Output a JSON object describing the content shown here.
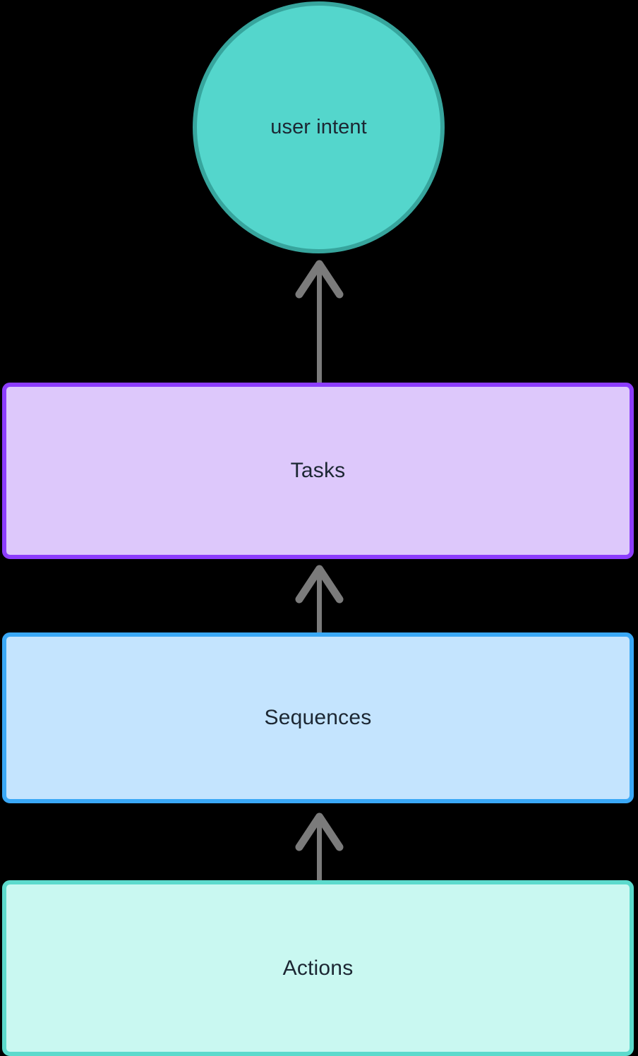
{
  "diagram": {
    "background_color": "#000000",
    "title": "",
    "nodes": [
      {
        "id": "user-intent",
        "label": "user intent",
        "shape": "circle",
        "fill": "#54d6cc",
        "stroke": "#37a59d",
        "text_color": "#1c2733"
      },
      {
        "id": "tasks",
        "label": "Tasks",
        "shape": "rounded-rectangle",
        "fill": "#ddc8fb",
        "stroke": "#8c3dfc",
        "text_color": "#1c2733"
      },
      {
        "id": "sequences",
        "label": "Sequences",
        "shape": "rounded-rectangle",
        "fill": "#c4e4fe",
        "stroke": "#3aa8f6",
        "text_color": "#1c2733"
      },
      {
        "id": "actions",
        "label": "Actions",
        "shape": "rounded-rectangle",
        "fill": "#c9f8f1",
        "stroke": "#5cdacc",
        "text_color": "#1c2733"
      }
    ],
    "edges": [
      {
        "id": "tasks-to-user-intent",
        "from": "tasks",
        "to": "user-intent",
        "direction": "up",
        "color": "#7b7b7b"
      },
      {
        "id": "sequences-to-tasks",
        "from": "sequences",
        "to": "tasks",
        "direction": "up",
        "color": "#7b7b7b"
      },
      {
        "id": "actions-to-sequences",
        "from": "actions",
        "to": "sequences",
        "direction": "up",
        "color": "#7b7b7b"
      }
    ]
  }
}
